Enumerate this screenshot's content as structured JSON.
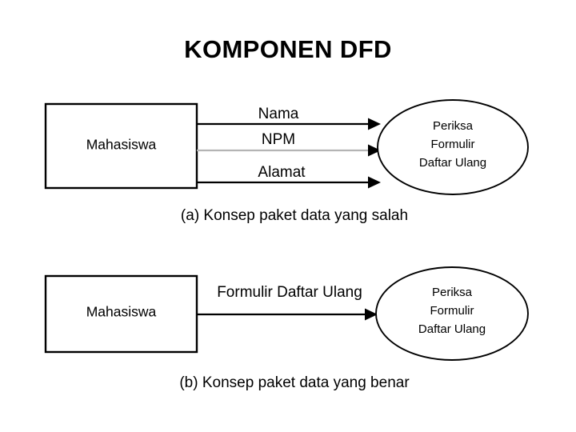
{
  "slide": {
    "title": "KOMPONEN DFD",
    "background_color": "#ffffff",
    "ink_color": "#000000",
    "faint_line_color": "#b4b4b4"
  },
  "diagrams": [
    {
      "id": "diagram-a",
      "caption": "(a) Konsep paket data yang salah",
      "external_entity": {
        "label": "Mahasiswa",
        "shape": "rectangle"
      },
      "process": {
        "shape": "ellipse",
        "lines": [
          "Periksa",
          "Formulir",
          "Daftar Ulang"
        ]
      },
      "flows": [
        {
          "label": "Nama",
          "style": "solid"
        },
        {
          "label": "NPM",
          "style": "faint"
        },
        {
          "label": "Alamat",
          "style": "solid"
        }
      ]
    },
    {
      "id": "diagram-b",
      "caption": "(b) Konsep paket data yang benar",
      "external_entity": {
        "label": "Mahasiswa",
        "shape": "rectangle"
      },
      "process": {
        "shape": "ellipse",
        "lines": [
          "Periksa",
          "Formulir",
          "Daftar Ulang"
        ]
      },
      "flows": [
        {
          "label": "Formulir Daftar Ulang",
          "style": "solid"
        }
      ]
    }
  ]
}
